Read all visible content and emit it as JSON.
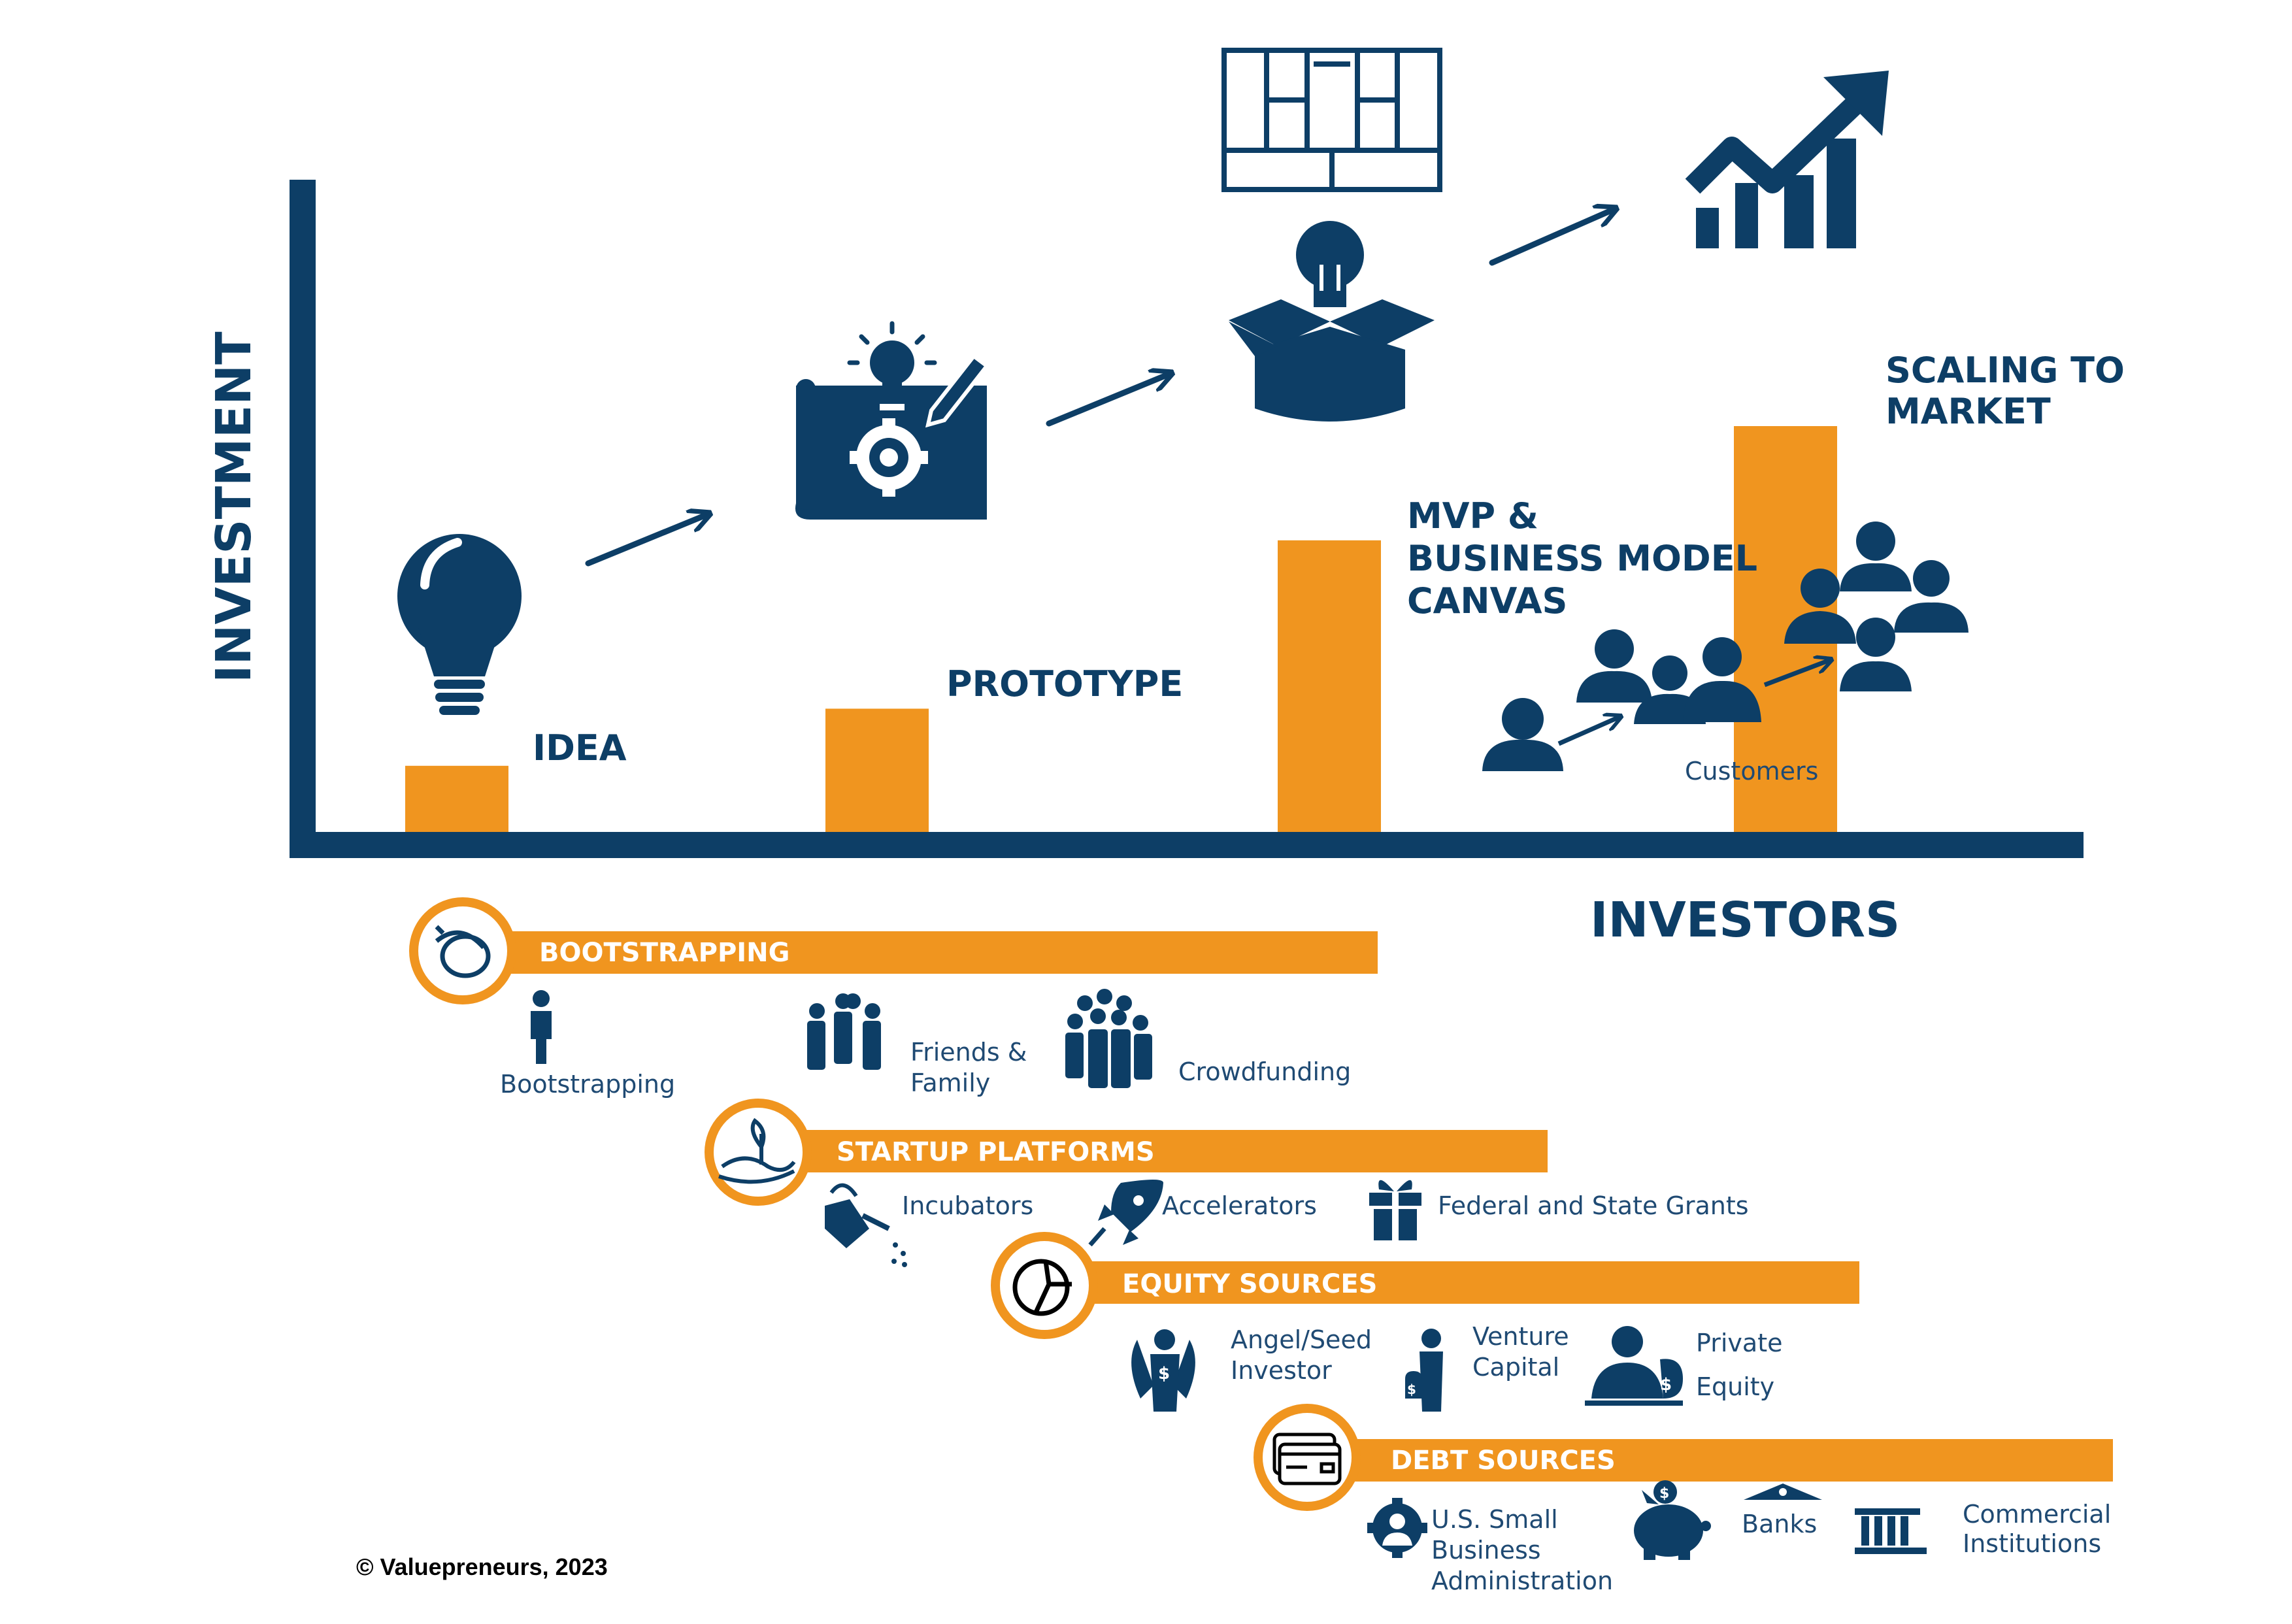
{
  "colors": {
    "navy": "#0d3e66",
    "orange": "#f0951f",
    "text": "#1f4a73",
    "white": "#ffffff"
  },
  "axes": {
    "y_label": "INVESTMENT",
    "x_label": "INVESTORS"
  },
  "stages": [
    {
      "label_lines": [
        "IDEA"
      ],
      "level": 0.22,
      "icon": "lightbulb-icon"
    },
    {
      "label_lines": [
        "PROTOTYPE"
      ],
      "level": 0.41,
      "icon": "blueprint-gear-icon"
    },
    {
      "label_lines": [
        "MVP &",
        "BUSINESS MODEL",
        "CANVAS"
      ],
      "level": 0.97,
      "icon": "idea-box-icon"
    },
    {
      "label_lines": [
        "SCALING TO",
        "MARKET"
      ],
      "level": 1.35,
      "icon": "growth-chart-icon"
    }
  ],
  "customers_label": "Customers",
  "bands": [
    {
      "label": "BOOTSTRAPPING",
      "icon": "acorn-icon",
      "items": [
        {
          "lines": [
            "Bootstrapping"
          ],
          "icon": "person-icon"
        },
        {
          "lines": [
            "Friends &",
            "Family"
          ],
          "icon": "group-icon"
        },
        {
          "lines": [
            "Crowdfunding"
          ],
          "icon": "crowd-icon"
        }
      ]
    },
    {
      "label": "STARTUP PLATFORMS",
      "icon": "seedling-hand-icon",
      "items": [
        {
          "lines": [
            "Incubators"
          ],
          "icon": "watering-can-icon"
        },
        {
          "lines": [
            "Accelerators"
          ],
          "icon": "rocket-icon"
        },
        {
          "lines": [
            "Federal and State Grants"
          ],
          "icon": "gift-icon"
        }
      ]
    },
    {
      "label": "EQUITY SOURCES",
      "icon": "pie-chart-icon",
      "items": [
        {
          "lines": [
            "Angel/Seed",
            "Investor"
          ],
          "icon": "angel-investor-icon"
        },
        {
          "lines": [
            "Venture",
            "Capital"
          ],
          "icon": "venture-capitalist-icon"
        },
        {
          "lines": [
            "Private",
            "Equity"
          ],
          "icon": "private-equity-icon"
        }
      ]
    },
    {
      "label": "DEBT SOURCES",
      "icon": "credit-card-icon",
      "items": [
        {
          "lines": [
            "U.S. Small",
            "Business",
            "Administration"
          ],
          "icon": "sba-gear-person-icon"
        },
        {
          "lines": [
            "Banks"
          ],
          "icon": "piggy-bank-icon"
        },
        {
          "lines": [
            "Commercial",
            "Institutions"
          ],
          "icon": "institution-building-icon"
        }
      ]
    }
  ],
  "copyright": "© Valuepreneurs, 2023"
}
